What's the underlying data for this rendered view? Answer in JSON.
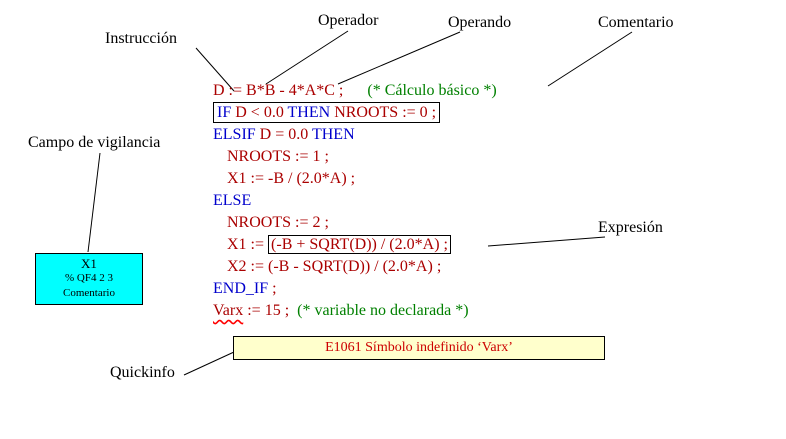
{
  "labels": {
    "instruccion": "Instrucción",
    "operador": "Operador",
    "operando": "Operando",
    "comentario": "Comentario",
    "campo_vigilancia": "Campo de vigilancia",
    "expresion": "Expresión",
    "quickinfo": "Quickinfo"
  },
  "watch_field": {
    "variable": "X1",
    "address": "% QF4 2 3",
    "comment": "Comentario"
  },
  "quickinfo_box": {
    "message": "E1061 Símbolo indefinido ‘Varx’"
  },
  "colors": {
    "keyword": "#0000cc",
    "code": "#aa0000",
    "comment": "#008000",
    "error-text": "#cc0000",
    "watch-bg": "#00ffff",
    "quickinfo-bg": "#ffffcc",
    "squiggle": "#ff0000"
  },
  "code": {
    "lines": [
      {
        "segments": [
          {
            "t": "D := B*B - 4*A*C ;",
            "c": "code"
          },
          {
            "t": "      ",
            "c": "code"
          },
          {
            "t": "(* Cálculo básico *)",
            "c": "comment"
          }
        ]
      },
      {
        "boxed": true,
        "segments": [
          {
            "t": "IF",
            "c": "kw"
          },
          {
            "t": " D < 0.0 ",
            "c": "code"
          },
          {
            "t": "THEN",
            "c": "kw"
          },
          {
            "t": " NROOTS := 0 ;",
            "c": "code"
          }
        ]
      },
      {
        "segments": [
          {
            "t": "ELSIF",
            "c": "kw"
          },
          {
            "t": " D = 0.0 ",
            "c": "code"
          },
          {
            "t": "THEN",
            "c": "kw"
          }
        ]
      },
      {
        "indent": 1,
        "segments": [
          {
            "t": "NROOTS := 1 ;",
            "c": "code"
          }
        ]
      },
      {
        "indent": 1,
        "segments": [
          {
            "t": "X1 := -B / (2.0*A) ;",
            "c": "code"
          }
        ]
      },
      {
        "segments": [
          {
            "t": "ELSE",
            "c": "kw"
          }
        ]
      },
      {
        "indent": 1,
        "segments": [
          {
            "t": "NROOTS := 2 ;",
            "c": "code"
          }
        ]
      },
      {
        "indent": 1,
        "segments": [
          {
            "t": "X1 := ",
            "c": "code"
          },
          {
            "t": "(-B + SQRT(D)) / (2.0*A) ;",
            "c": "code",
            "boxed": true
          }
        ]
      },
      {
        "indent": 1,
        "segments": [
          {
            "t": "X2 := (-B - SQRT(D)) / (2.0*A) ;",
            "c": "code"
          }
        ]
      },
      {
        "segments": [
          {
            "t": "END_IF",
            "c": "kw"
          },
          {
            "t": " ;",
            "c": "code"
          }
        ]
      },
      {
        "segments": [
          {
            "t": "Varx",
            "c": "code",
            "squiggle": true
          },
          {
            "t": " := 15 ;  ",
            "c": "code"
          },
          {
            "t": "(* variable no declarada *)",
            "c": "comment"
          }
        ]
      }
    ]
  }
}
